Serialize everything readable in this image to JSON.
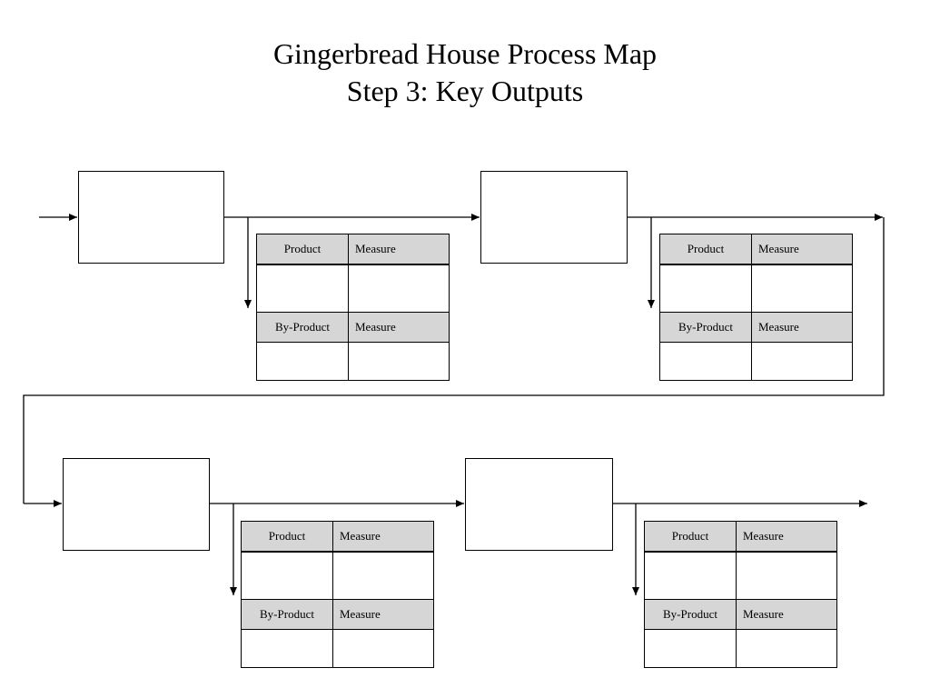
{
  "title": {
    "line1": "Gingerbread House Process Map",
    "line2": "Step 3: Key Outputs"
  },
  "output_tables": [
    {
      "product_label": "Product",
      "product_measure_label": "Measure",
      "byproduct_label": "By-Product",
      "byproduct_measure_label": "Measure",
      "product_value": "",
      "product_measure_value": "",
      "byproduct_value": "",
      "byproduct_measure_value": ""
    },
    {
      "product_label": "Product",
      "product_measure_label": "Measure",
      "byproduct_label": "By-Product",
      "byproduct_measure_label": "Measure",
      "product_value": "",
      "product_measure_value": "",
      "byproduct_value": "",
      "byproduct_measure_value": ""
    },
    {
      "product_label": "Product",
      "product_measure_label": "Measure",
      "byproduct_label": "By-Product",
      "byproduct_measure_label": "Measure",
      "product_value": "",
      "product_measure_value": "",
      "byproduct_value": "",
      "byproduct_measure_value": ""
    },
    {
      "product_label": "Product",
      "product_measure_label": "Measure",
      "byproduct_label": "By-Product",
      "byproduct_measure_label": "Measure",
      "product_value": "",
      "product_measure_value": "",
      "byproduct_value": "",
      "byproduct_measure_value": ""
    }
  ],
  "colors": {
    "header_fill": "#d6d6d6",
    "line": "#000000",
    "background": "#ffffff"
  }
}
